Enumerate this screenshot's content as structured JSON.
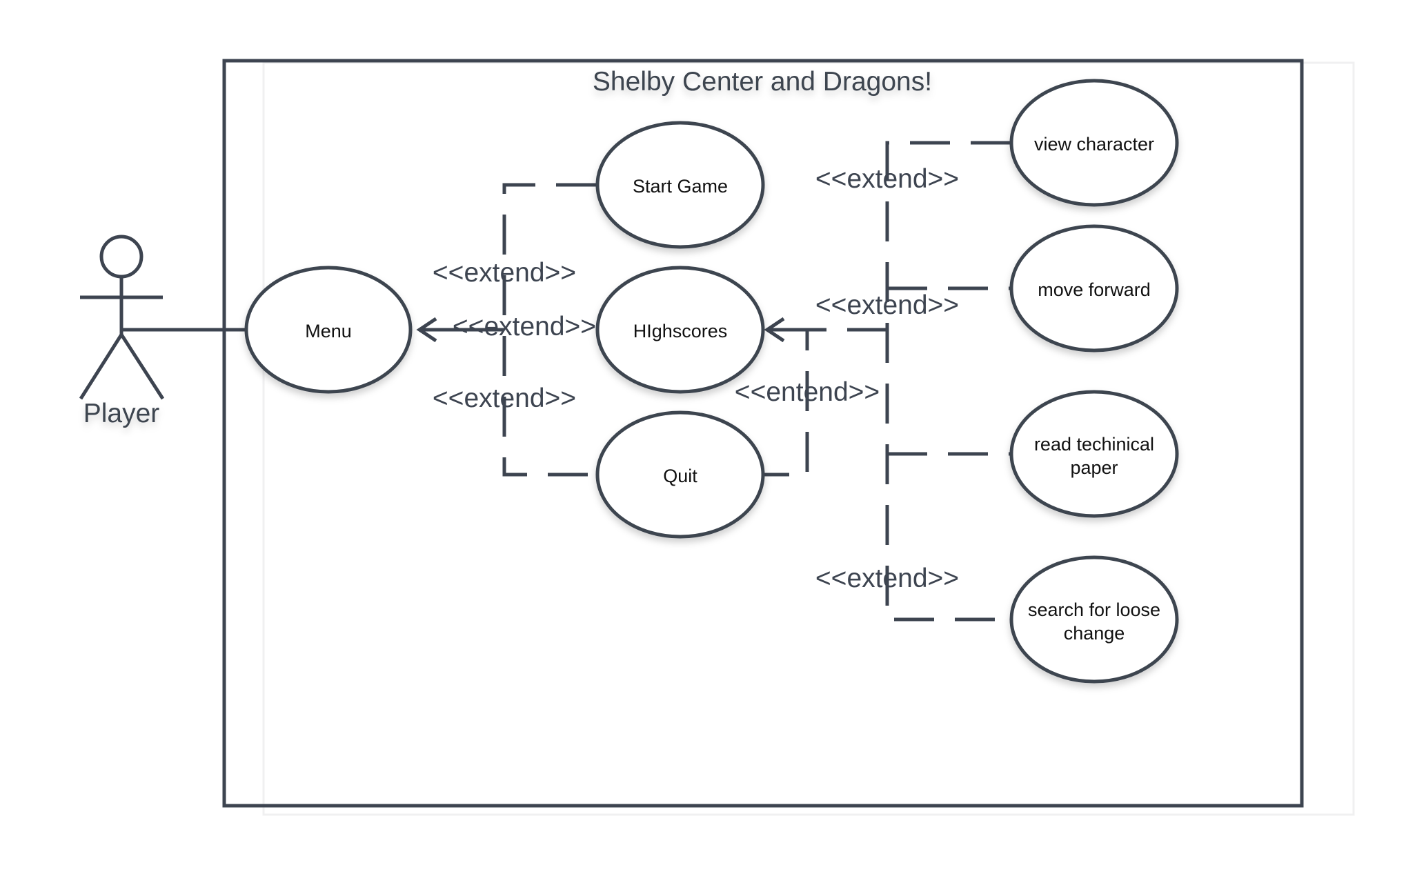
{
  "diagram": {
    "title": "Shelby Center and Dragons!",
    "actor": "Player",
    "use_cases": {
      "menu": "Menu",
      "start_game": "Start Game",
      "highscores": "HIghscores",
      "quit": "Quit",
      "view_character": "view character",
      "move_forward": "move forward",
      "read_paper_l1": "read techinical",
      "read_paper_l2": "paper",
      "search_change_l1": "search for loose",
      "search_change_l2": "change"
    },
    "relations": {
      "extend": "<<extend>>",
      "entend": "<<entend>>"
    },
    "colors": {
      "line": "#3d4450",
      "text": "#3d4450",
      "usecase_text": "#111111",
      "background": "#ffffff"
    }
  }
}
